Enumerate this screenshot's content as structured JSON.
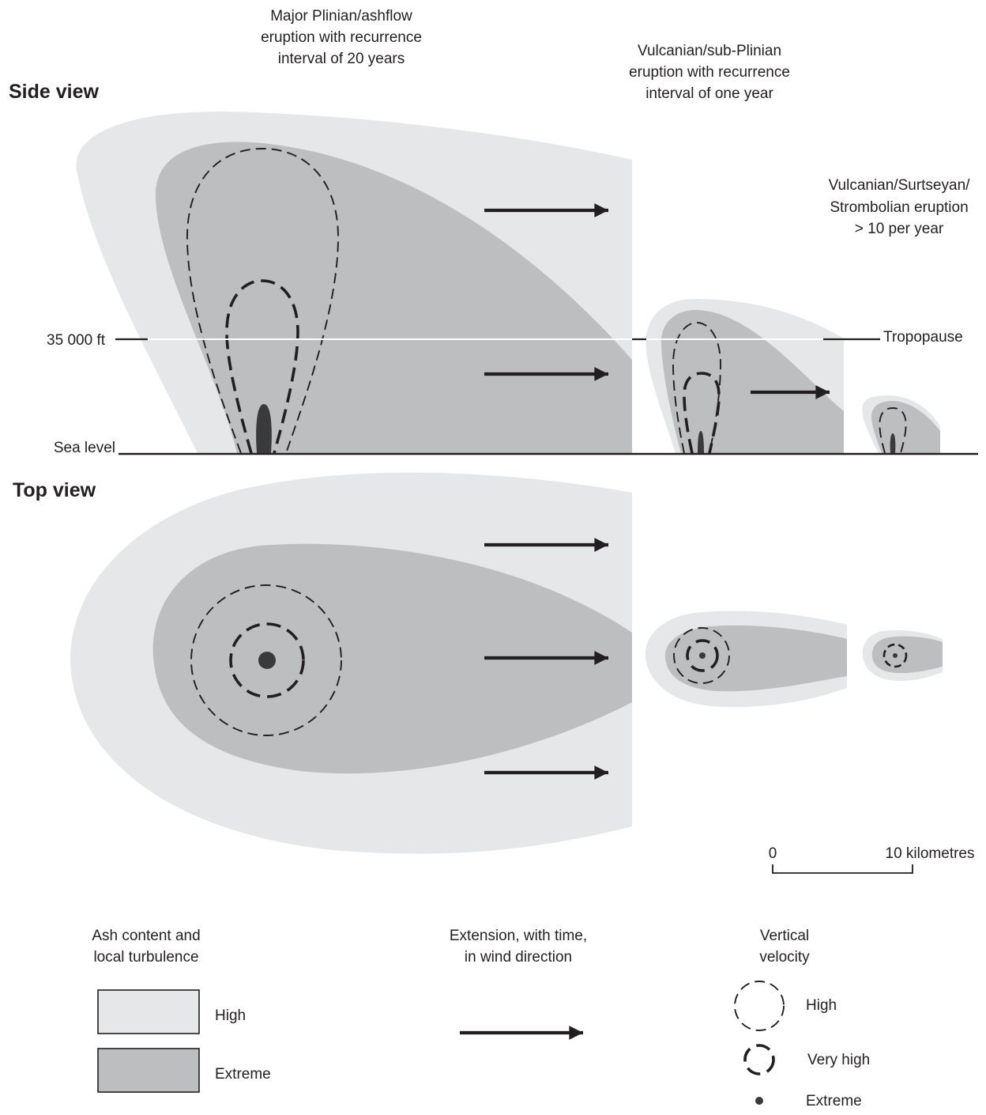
{
  "colors": {
    "high": "#e6e7e8",
    "extreme": "#bcbec0",
    "core": "#3a3a3c",
    "ink": "#231f20"
  },
  "headings": {
    "side_view": "Side view",
    "top_view": "Top view"
  },
  "eruptions": {
    "major": [
      "Major Plinian/ashflow",
      "eruption with recurrence",
      "interval of 20 years"
    ],
    "vulcanian_sub_plinian": [
      "Vulcanian/sub-Plinian",
      "eruption with recurrence",
      "interval of one year"
    ],
    "strombolian": [
      "Vulcanian/Surtseyan/",
      "Strombolian eruption",
      "> 10 per year"
    ]
  },
  "altitude": {
    "ft_label": "35 000 ft",
    "tropopause": "Tropopause",
    "sea_level": "Sea level"
  },
  "scale_bar": {
    "start": "0",
    "end": "10 kilometres"
  },
  "legend": {
    "ash": {
      "title": [
        "Ash content and",
        "local turbulence"
      ],
      "high": "High",
      "extreme": "Extreme"
    },
    "wind": {
      "title": [
        "Extension, with time,",
        "in wind direction"
      ]
    },
    "velocity": {
      "title": [
        "Vertical",
        "velocity"
      ],
      "high": "High",
      "very_high": "Very high",
      "extreme": "Extreme"
    }
  }
}
